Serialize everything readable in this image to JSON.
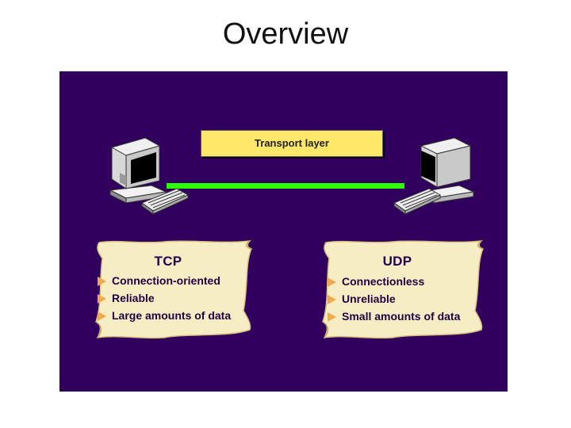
{
  "slide": {
    "title": "Overview"
  },
  "diagram": {
    "layer_label": "Transport layer",
    "colors": {
      "background": "#31005e",
      "layer_box": "#ffe769",
      "link": "#2bff00",
      "scroll": "#f7edc5",
      "bullet": "#f2a94d"
    },
    "left_computer_icon": "desktop-computer-icon",
    "right_computer_icon": "desktop-computer-icon",
    "tcp": {
      "title": "TCP",
      "items": [
        "Connection-oriented",
        "Reliable",
        "Large amounts of data"
      ]
    },
    "udp": {
      "title": "UDP",
      "items": [
        "Connectionless",
        "Unreliable",
        "Small amounts of data"
      ]
    }
  }
}
